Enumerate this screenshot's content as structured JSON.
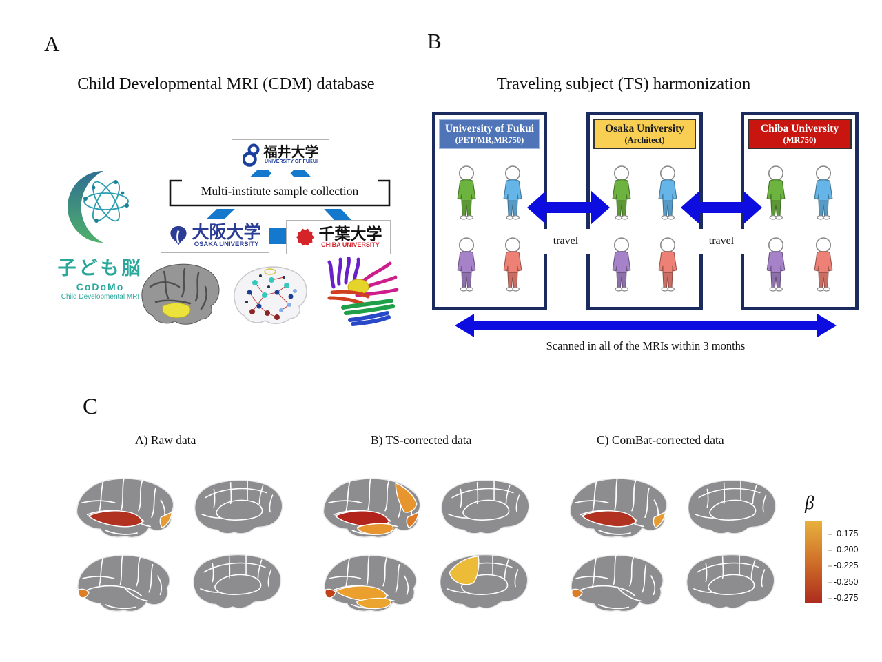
{
  "colors": {
    "band": "#1478cc",
    "fukui_blue": "#1b3f9e",
    "osaka_blue": "#2b3c95",
    "chiba_red": "#d5232a",
    "codomo_teal": "#2aa79b",
    "navy_border": "#1c2b5e"
  },
  "panelA": {
    "letter": "A",
    "title": "Child Developmental MRI (CDM) database",
    "fukui": {
      "jp": "福井大学",
      "en": "UNIVERSITY OF FUKUI"
    },
    "collection": "Multi-institute sample collection",
    "osaka": {
      "jp": "大阪大学",
      "en": "OSAKA UNIVERSITY"
    },
    "chiba": {
      "jp": "千葉大学",
      "en": "CHIBA UNIVERSITY"
    },
    "codomo": {
      "jp": "子ども脳",
      "name": "CoDoMo",
      "sub": "Child Developmental MRI"
    }
  },
  "panelB": {
    "letter": "B",
    "title": "Traveling subject (TS) harmonization",
    "arrow_color": "#0d0de0",
    "travel": "travel",
    "caption": "Scanned in all of the MRIs within 3 months",
    "person_colors": [
      "#6cb33f",
      "#66b5e8",
      "#a682c8",
      "#ee8176"
    ],
    "institutes": [
      {
        "name": "University of Fukui",
        "scanner": "(PET/MR,MR750)",
        "bg": "#4f74b8",
        "fg": "#ffffff",
        "border": "#9db9e0"
      },
      {
        "name": "Osaka University",
        "scanner": "(Architect)",
        "bg": "#f8cf52",
        "fg": "#1a1a1a",
        "border": "#333333"
      },
      {
        "name": "Chiba University",
        "scanner": "(MR750)",
        "bg": "#c9150f",
        "fg": "#ffffff",
        "border": "#333333"
      }
    ]
  },
  "panelC": {
    "letter": "C",
    "groups": [
      {
        "label": "A) Raw data",
        "regions": {
          "top_lateral": {
            "stg": "#b23222",
            "occ": "#e69b33"
          },
          "top_medial": {},
          "bottom_lateral": {
            "fp": "#dd7e26"
          },
          "bottom_medial": {}
        }
      },
      {
        "label": "B) TS-corrected data",
        "regions": {
          "top_lateral": {
            "stg": "#b2231b",
            "mtg": "#e6952f",
            "parocc": "#e6952f",
            "occ": "#de7b27"
          },
          "top_medial": {},
          "bottom_lateral": {
            "stg": "#eb9f2d",
            "mtg": "#eaa42f",
            "fp": "#c04318"
          },
          "bottom_medial": {
            "sf": "#ecbb37"
          }
        }
      },
      {
        "label": "C) ComBat-corrected data",
        "regions": {
          "top_lateral": {
            "stg": "#b23222",
            "occ": "#e69b33"
          },
          "top_medial": {},
          "bottom_lateral": {
            "fp": "#dd7e26"
          },
          "bottom_medial": {}
        }
      }
    ],
    "colorbar": {
      "symbol": "β",
      "top_color": "#e7b13e",
      "mid_color": "#cf6f28",
      "bottom_color": "#ad2c1e",
      "ticks": [
        "-0.175",
        "-0.200",
        "-0.225",
        "-0.250",
        "-0.275"
      ]
    }
  }
}
